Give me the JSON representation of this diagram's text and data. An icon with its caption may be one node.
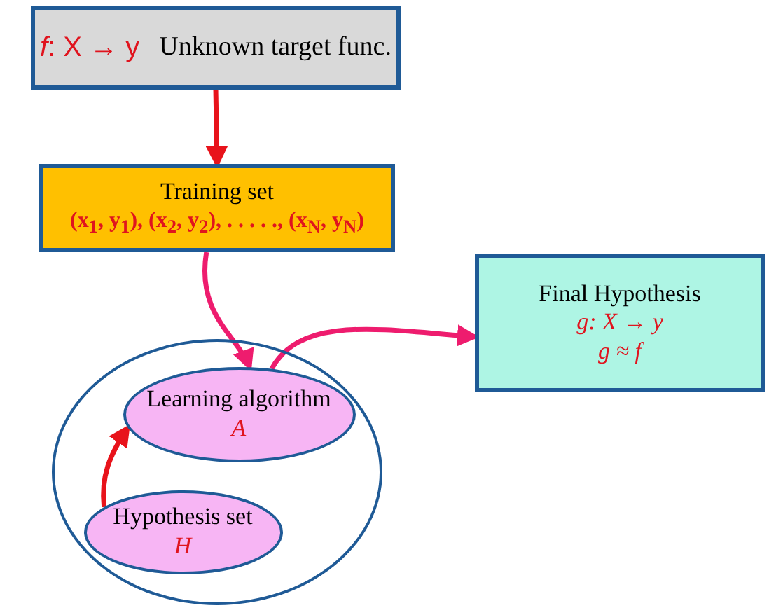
{
  "diagram": {
    "nodes": [
      {
        "text": [
          "*f*: X → y",
          "Unknown target func."
        ]
      },
      {
        "text": [
          "Training set",
          "(x$_{1}$,  y$_{1}$), (x$_{2}$, y$_{2}$), . . . . ., (x$_{N}$, y$_{N}$)"
        ]
      },
      {
        "text": [],
        "shape": "circle"
      },
      {
        "text": [
          "Learning algorithm",
          "A"
        ],
        "in": 2
      },
      {
        "text": [
          "Hypothesis set",
          "H"
        ],
        "in": 2
      },
      {
        "text": [
          "Final Hypothesis",
          "g: X → y",
          "g ≈ f"
        ]
      }
    ],
    "edges": [
      {
        "from": 0,
        "to": 1,
        "arrow": "to"
      },
      {
        "from": 1,
        "to": 3,
        "arrow": "to",
        "color": "#ee1c6e"
      },
      {
        "from": 3,
        "to": 5,
        "arrow": "to",
        "color": "#ee1c6e"
      },
      {
        "from": 4,
        "to": 3,
        "arrow": "to"
      }
    ]
  }
}
